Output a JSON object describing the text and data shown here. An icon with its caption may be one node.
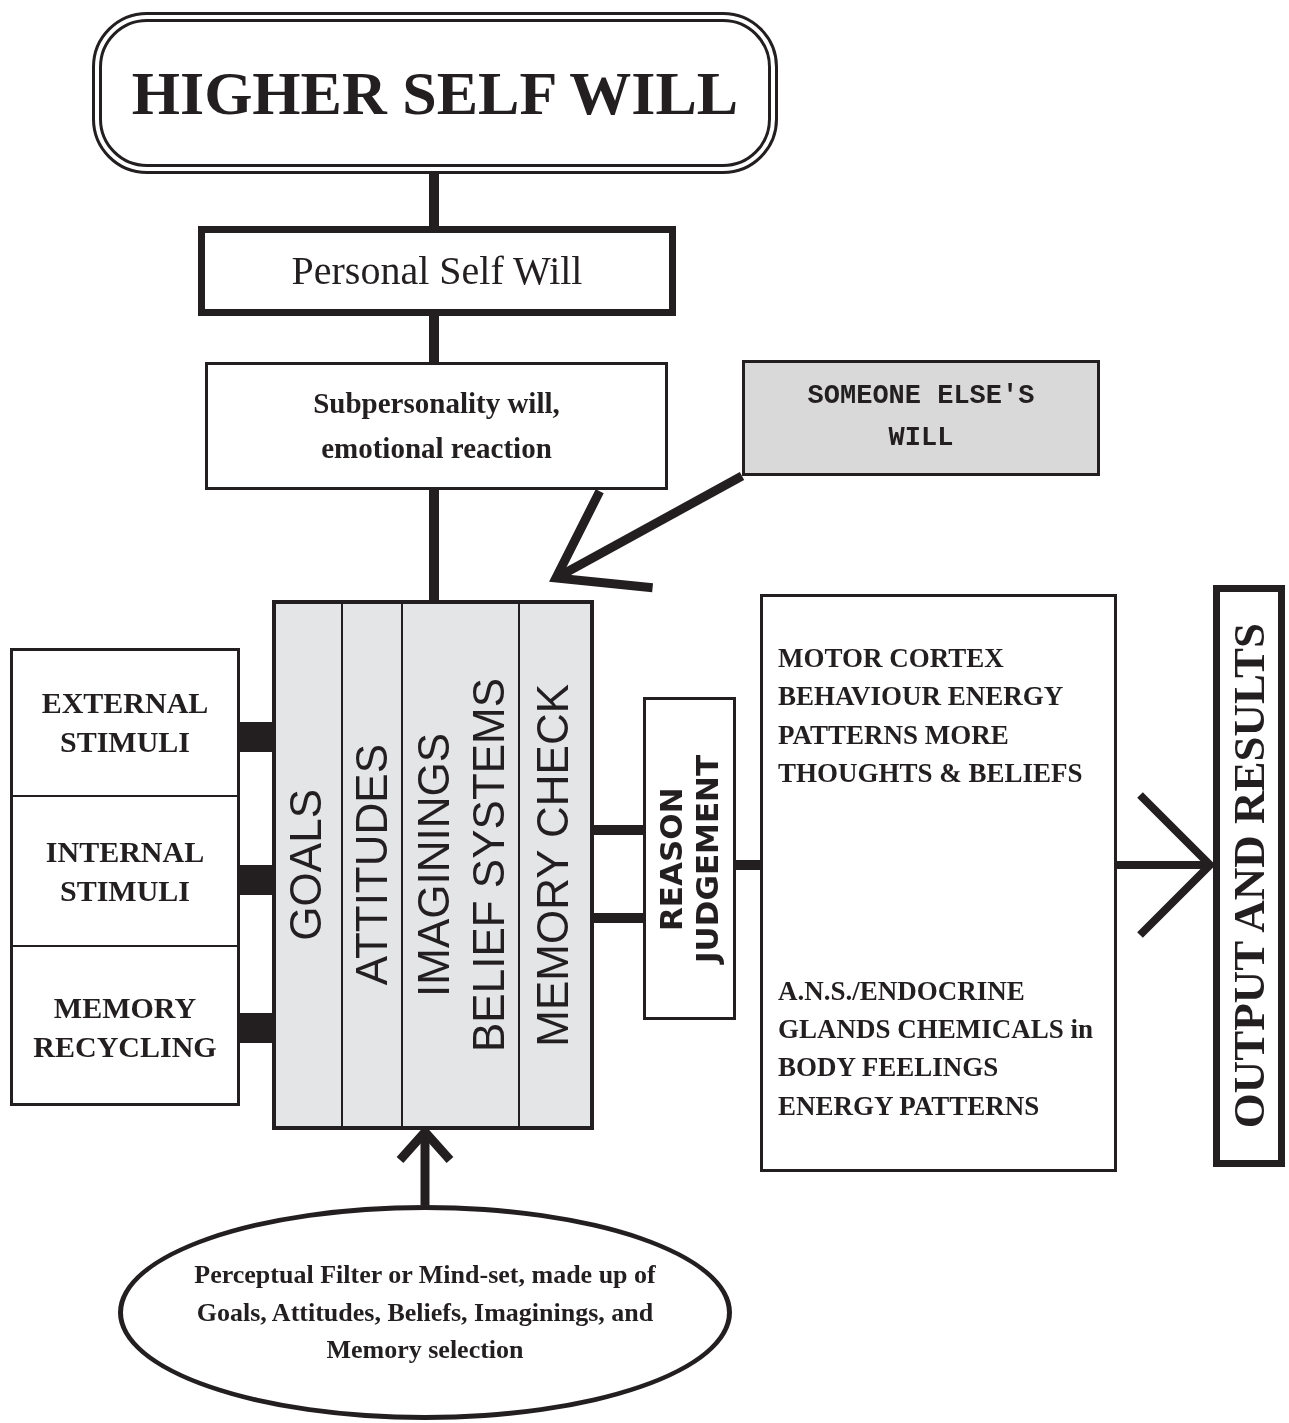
{
  "diagram": {
    "nodes": [
      {
        "text": [
          "HIGHER SELF WILL"
        ]
      },
      {
        "text": [
          "Personal Self Will"
        ]
      },
      {
        "text": [
          "Subpersonality will, emotional reaction"
        ]
      },
      {
        "text": [
          "SOMEONE ELSE'S WILL"
        ]
      },
      {
        "text": [],
        "shape": "box"
      },
      {
        "text": [
          "GOALS"
        ],
        "in": 4
      },
      {
        "text": [
          "ATTITUDES"
        ],
        "in": 4
      },
      {
        "text": [
          "IMAGININGS BELIEF SYSTEMS"
        ],
        "in": 4
      },
      {
        "text": [
          "MEMORY CHECK"
        ],
        "in": 4
      },
      {
        "text": [],
        "shape": "box"
      },
      {
        "text": [
          "EXTERNAL STIMULI"
        ],
        "in": 9
      },
      {
        "text": [
          "INTERNAL STIMULI"
        ],
        "in": 9
      },
      {
        "text": [
          "MEMORY RECYCLING"
        ],
        "in": 9
      },
      {
        "text": [
          "REASON JUDGEMENT"
        ]
      },
      {
        "text": [
          "MOTOR CORTEX BEHAVIOUR ENERGY PATTERNS MORE THOUGHTS & BELIEFS",
          "A.N.S./ENDOCRINE GLANDS CHEMICALS in BODY FEELINGS ENERGY PATTERNS"
        ]
      },
      {
        "text": [
          "OUTPUT AND RESULTS"
        ]
      },
      {
        "text": [
          "Perceptual Filter or Mind-set, made up of Goals, Attitudes, Beliefs, Imaginings, and Memory selection"
        ]
      }
    ],
    "edges": [
      {
        "from": 0,
        "to": 1,
        "arrow": "none"
      },
      {
        "from": 1,
        "to": 2,
        "arrow": "none"
      },
      {
        "from": 2,
        "to": 4,
        "arrow": "none"
      },
      {
        "from": 3,
        "to": 4,
        "arrow": "to"
      },
      {
        "from": 10,
        "to": 4,
        "arrow": "none",
        "style": "thick"
      },
      {
        "from": 11,
        "to": 4,
        "arrow": "none",
        "style": "thick"
      },
      {
        "from": 12,
        "to": 4,
        "arrow": "none",
        "style": "thick"
      },
      {
        "from": 8,
        "to": 13,
        "arrow": "none"
      },
      {
        "from": 8,
        "to": 13,
        "arrow": "none"
      },
      {
        "from": 13,
        "to": 14,
        "arrow": "none"
      },
      {
        "from": 14,
        "to": 15,
        "arrow": "to"
      },
      {
        "from": 16,
        "to": 4,
        "arrow": "to"
      }
    ]
  }
}
